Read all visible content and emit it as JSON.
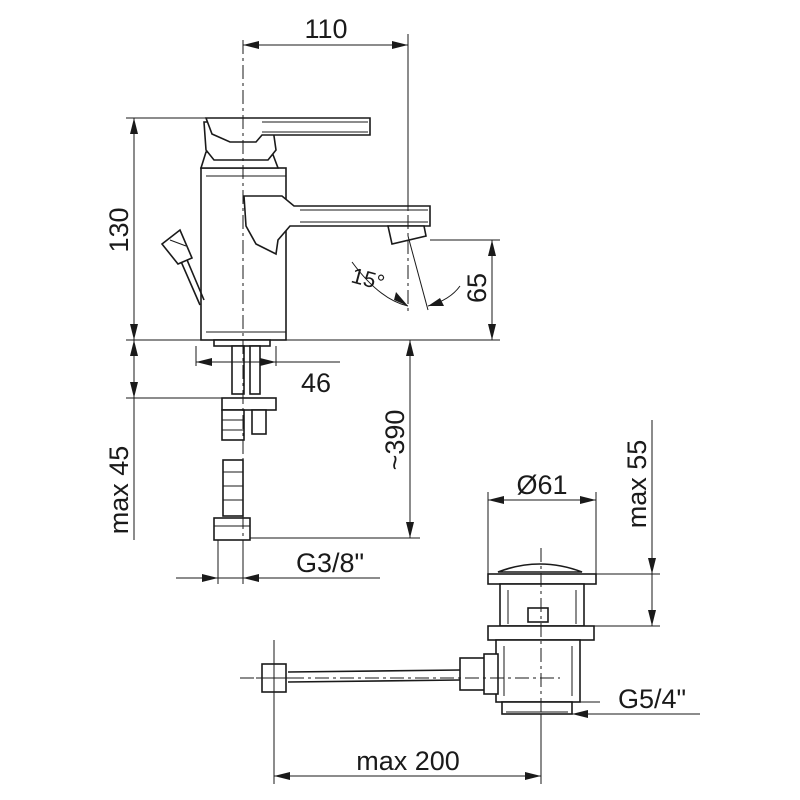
{
  "dimensions": {
    "width_110": "110",
    "height_130": "130",
    "angle_15": "15°",
    "height_65": "65",
    "base_46": "46",
    "hose_390": "~390",
    "max_45": "max 45",
    "thread_g38": "G3/8\"",
    "diameter_61": "Ø61",
    "max_55": "max 55",
    "thread_g54": "G5/4\"",
    "max_200": "max 200"
  }
}
